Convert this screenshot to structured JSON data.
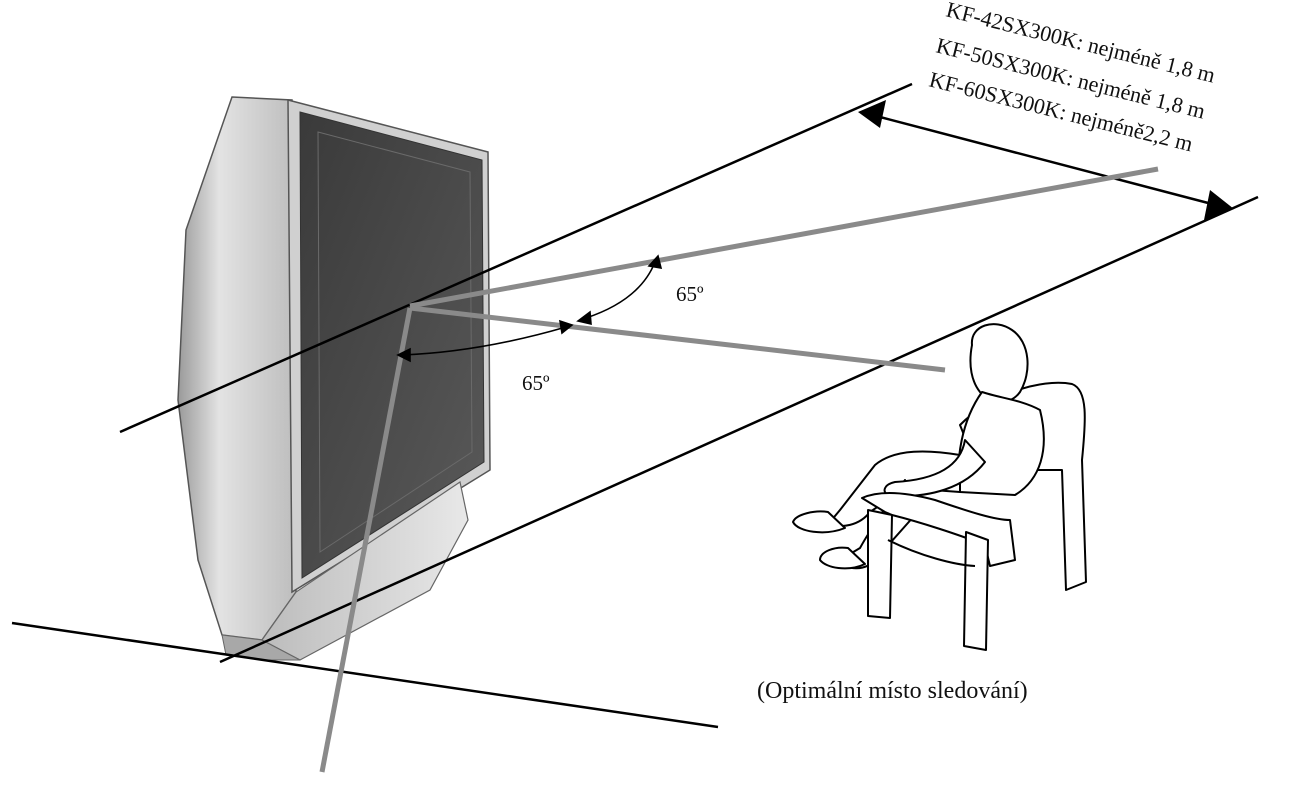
{
  "labels": {
    "models": [
      "KF-42SX300K: nejméně 1,8 m",
      "KF-50SX300K: nejméně 1,8 m",
      "KF-60SX300K: nejméně2,2 m"
    ],
    "angle_right": "65º",
    "angle_left": "65º",
    "caption": "(Optimální místo sledování)"
  },
  "colors": {
    "line": "#000000",
    "sight_line": "#8a8a8a",
    "tv_frame": "#c8c8c8",
    "tv_screen": "#4a4a4a"
  }
}
